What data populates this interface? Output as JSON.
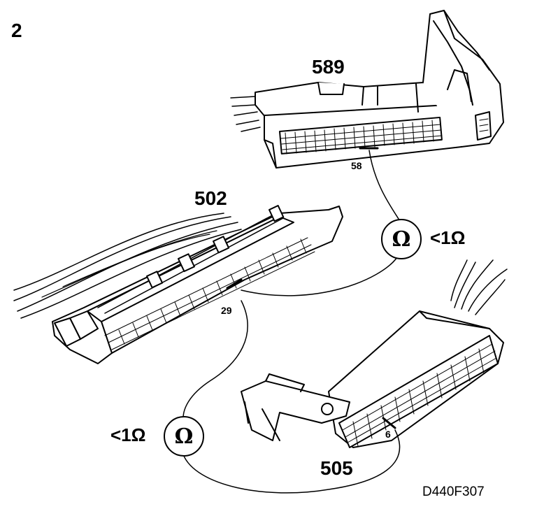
{
  "figure_number": "2",
  "figure_code": "D440F307",
  "connectors": {
    "c589": {
      "label": "589",
      "pin": "58"
    },
    "c502": {
      "label": "502",
      "pin": "29"
    },
    "c505": {
      "label": "505",
      "pin": "6"
    }
  },
  "meters": [
    {
      "symbol": "Ω",
      "reading": "<1Ω"
    },
    {
      "symbol": "Ω",
      "reading": "<1Ω"
    }
  ],
  "colors": {
    "line": "#000000",
    "background": "#ffffff"
  }
}
